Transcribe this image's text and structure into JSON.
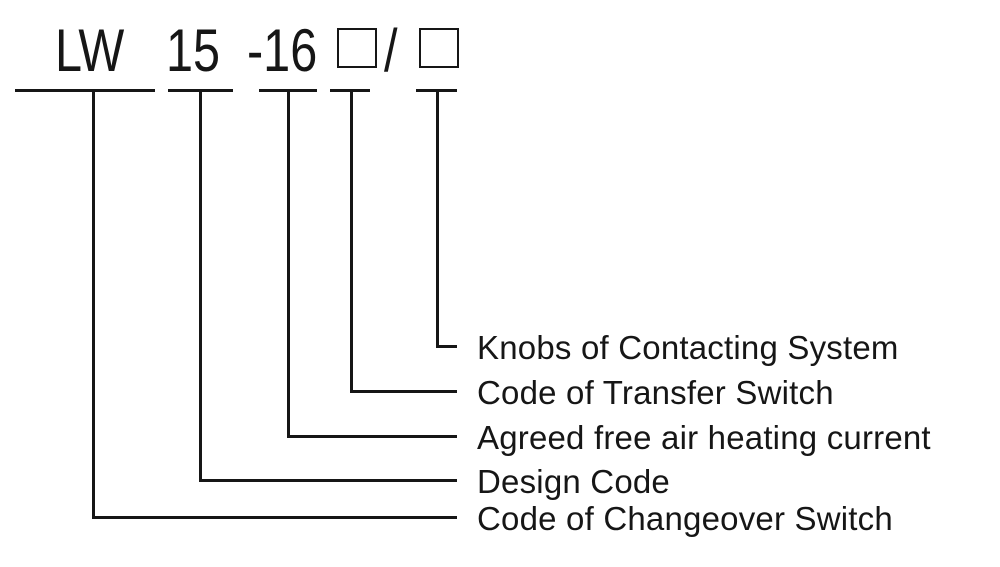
{
  "model_code": {
    "series_prefix": "LW",
    "design_code": "15",
    "rated_current": "-16",
    "separator": "/",
    "placeholder_glyph": "□"
  },
  "callouts": [
    {
      "label": "Knobs of Contacting System",
      "points_to": "second placeholder box"
    },
    {
      "label": "Code of Transfer Switch",
      "points_to": "first placeholder box"
    },
    {
      "label": "Agreed free air heating current",
      "points_to": "-16"
    },
    {
      "label": "Design Code",
      "points_to": "15"
    },
    {
      "label": "Code of Changeover Switch",
      "points_to": "LW"
    }
  ],
  "colors": {
    "ink": "#161616",
    "background": "#ffffff"
  }
}
